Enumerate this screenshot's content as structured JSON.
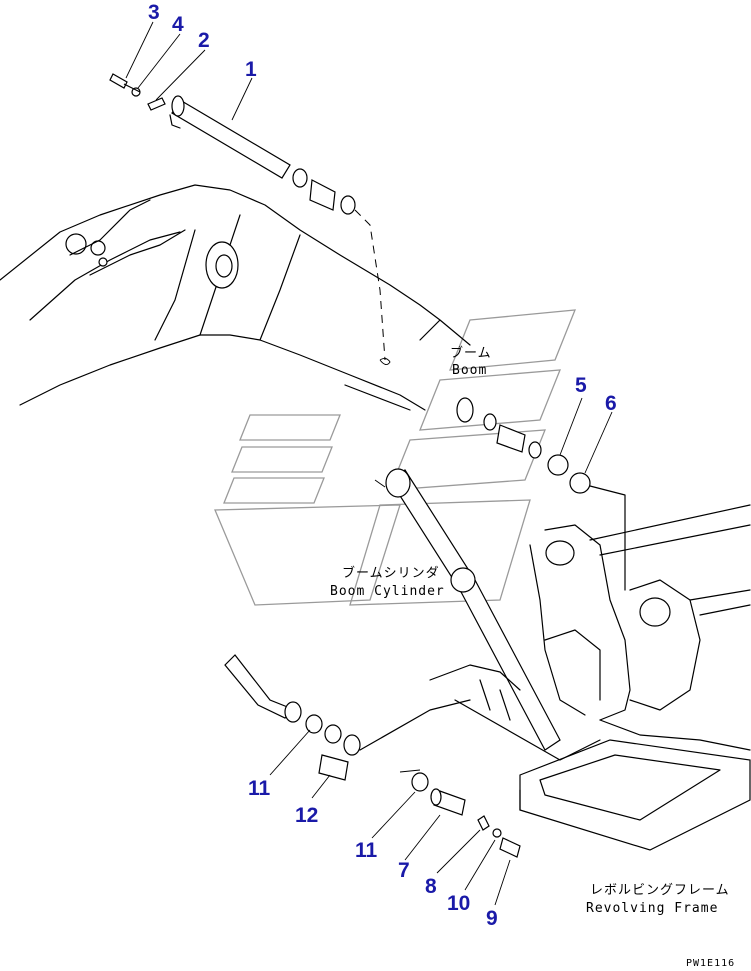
{
  "callouts": [
    "1",
    "2",
    "3",
    "4",
    "5",
    "6",
    "7",
    "8",
    "9",
    "10",
    "11",
    "11",
    "12"
  ],
  "labels": {
    "boom_jp": "ブーム",
    "boom_en": "Boom",
    "boom_cylinder_jp": "ブームシリンダ",
    "boom_cylinder_en": "Boom Cylinder",
    "revolving_frame_jp": "レボルビングフレーム",
    "revolving_frame_en": "Revolving Frame"
  },
  "drawing_code": "PW1E116",
  "colors": {
    "callout": "#1a1aa8",
    "line": "#000000",
    "watermark": "#9a9a9a"
  }
}
